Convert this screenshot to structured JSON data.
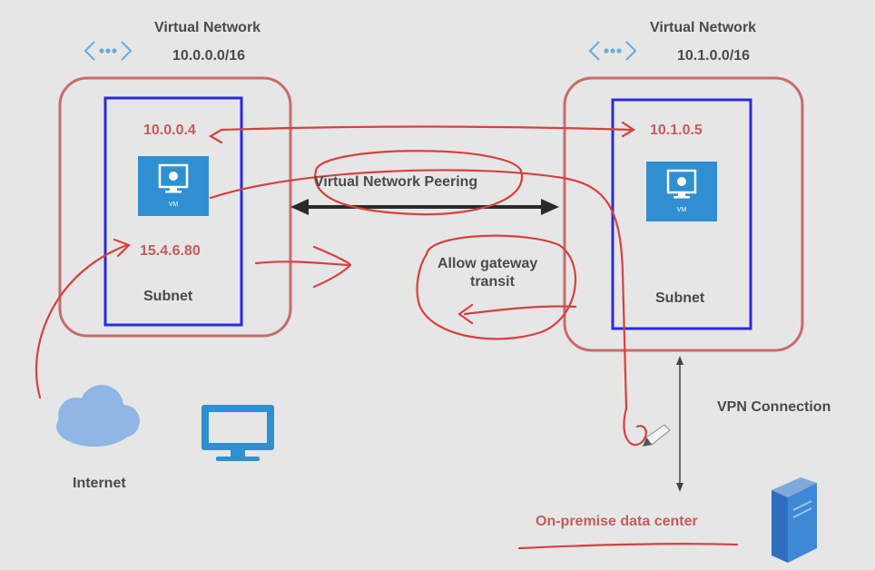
{
  "vnet_left": {
    "title": "Virtual Network",
    "cidr": "10.0.0.0/16",
    "ip_private": "10.0.0.4",
    "ip_public": "15.4.6.80",
    "subnet_label": "Subnet",
    "vm_label": "VM"
  },
  "vnet_right": {
    "title": "Virtual Network",
    "cidr": "10.1.0.0/16",
    "ip_private": "10.1.0.5",
    "subnet_label": "Subnet",
    "vm_label": "VM"
  },
  "peering_label": "Virtual Network Peering",
  "gateway_label_line1": "Allow gateway",
  "gateway_label_line2": "transit",
  "vpn_label": "VPN Connection",
  "internet_label": "Internet",
  "datacenter_label": "On-premise data center",
  "icons": [
    "vnet-icon",
    "vm-icon",
    "cloud-icon",
    "monitor-icon",
    "server-icon"
  ],
  "colors": {
    "vnet_border": "#c96b6b",
    "subnet_border": "#2a2ae0",
    "annotation": "#d8403f",
    "vm_fill": "#2f8fd0",
    "text": "#4a4a4a"
  }
}
